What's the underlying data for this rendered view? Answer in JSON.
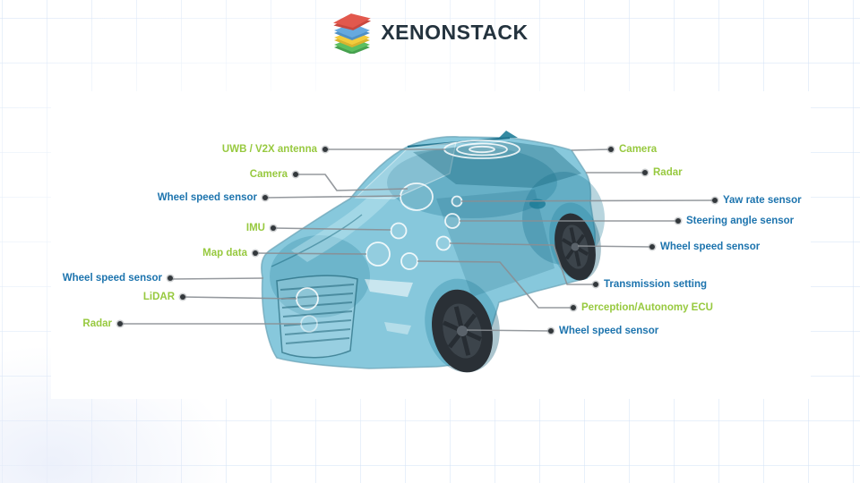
{
  "header": {
    "logo_text": "XENONSTACK",
    "logo_icon": "layer-stack-icon",
    "logo_layer_colors": {
      "red": "#e2584d",
      "red_dark": "#c9473e",
      "blue": "#66a9df",
      "blue_dark": "#4e90c6",
      "yellow": "#f2cc3d",
      "yellow_dark": "#d9b32e",
      "green": "#5cbf60",
      "green_dark": "#46a04e"
    },
    "logo_text_color": "#24333e"
  },
  "diagram": {
    "description": "Autonomous vehicle sensor diagram on translucent teal SUV",
    "colors": {
      "green": "#97c93f",
      "blue": "#1d74ae",
      "line": "#8a8f94",
      "dot": "#33383c",
      "car_body": "#3fa7c7",
      "car_dark": "#156f8e",
      "wheel": "#2a3036",
      "panel_bg": "#ffffff"
    },
    "labels_left": [
      {
        "label": "UWB / V2X antenna",
        "color": "green"
      },
      {
        "label": "Camera",
        "color": "green"
      },
      {
        "label": "Wheel speed sensor",
        "color": "blue"
      },
      {
        "label": "IMU",
        "color": "green"
      },
      {
        "label": "Map data",
        "color": "green"
      },
      {
        "label": "Wheel speed sensor",
        "color": "blue"
      },
      {
        "label": "LiDAR",
        "color": "green"
      },
      {
        "label": "Radar",
        "color": "green"
      }
    ],
    "labels_right": [
      {
        "label": "Camera",
        "color": "green"
      },
      {
        "label": "Radar",
        "color": "green"
      },
      {
        "label": "Yaw rate sensor",
        "color": "blue"
      },
      {
        "label": "Steering angle sensor",
        "color": "blue"
      },
      {
        "label": "Wheel speed sensor",
        "color": "blue"
      },
      {
        "label": "Transmission setting",
        "color": "blue"
      },
      {
        "label": "Perception/Autonomy ECU",
        "color": "green"
      },
      {
        "label": "Wheel speed sensor",
        "color": "blue"
      }
    ]
  }
}
